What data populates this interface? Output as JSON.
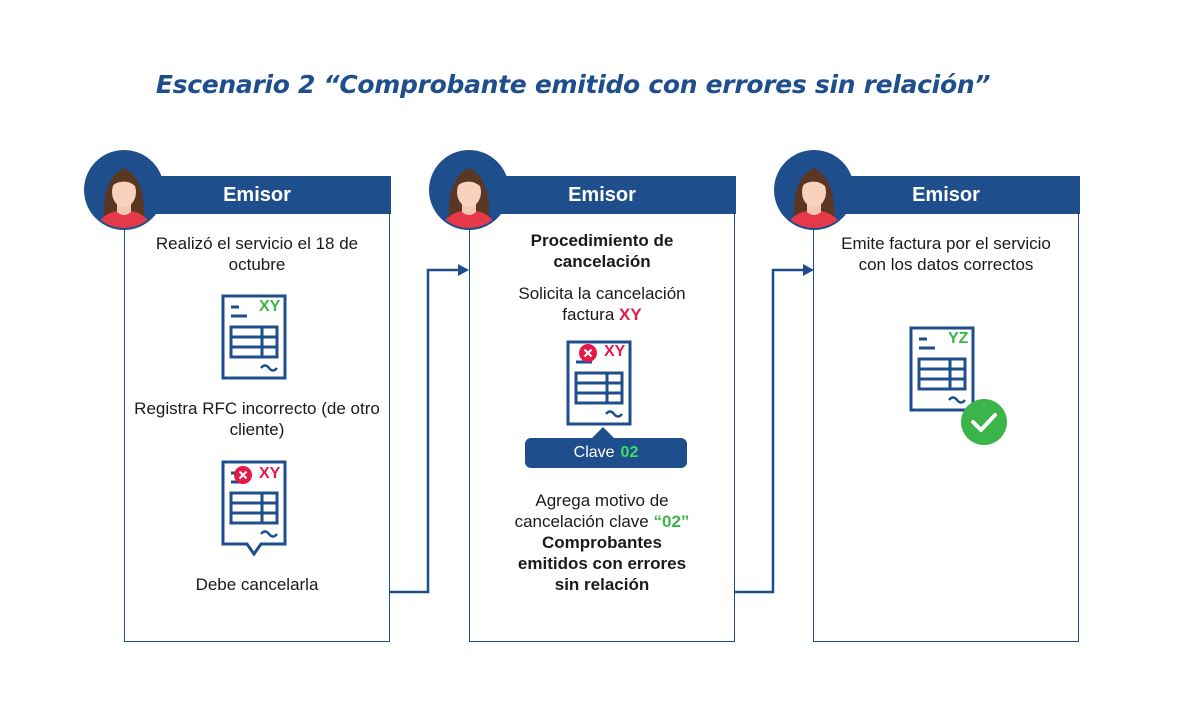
{
  "title": "Escenario 2 “Comprobante emitido con errores sin relación”",
  "colors": {
    "primary": "#1f4e8c",
    "error": "#e6194b",
    "success": "#3bb54a"
  },
  "cards": [
    {
      "header": "Emisor",
      "step1": "Realizó el servicio el 18 de octubre",
      "doc1_code": "XY",
      "step2": "Registra RFC incorrecto (de otro cliente)",
      "doc2_code": "XY",
      "step3": "Debe cancelarla"
    },
    {
      "header": "Emisor",
      "heading": "Procedimiento de cancelación",
      "request_text": "Solicita la cancelación factura",
      "request_code": "XY",
      "doc_code": "XY",
      "clave_label": "Clave",
      "clave_value": "02",
      "motivo_text": "Agrega motivo de cancelación clave",
      "motivo_code": "“02”",
      "motivo_bold": "Comprobantes emitidos con errores sin relación"
    },
    {
      "header": "Emisor",
      "step1": "Emite factura por el servicio con los datos correctos",
      "doc_code": "YZ"
    }
  ],
  "icons": [
    "person-avatar-icon",
    "invoice-document-icon",
    "cancel-x-icon",
    "check-circle-icon",
    "arrow-right-icon"
  ]
}
